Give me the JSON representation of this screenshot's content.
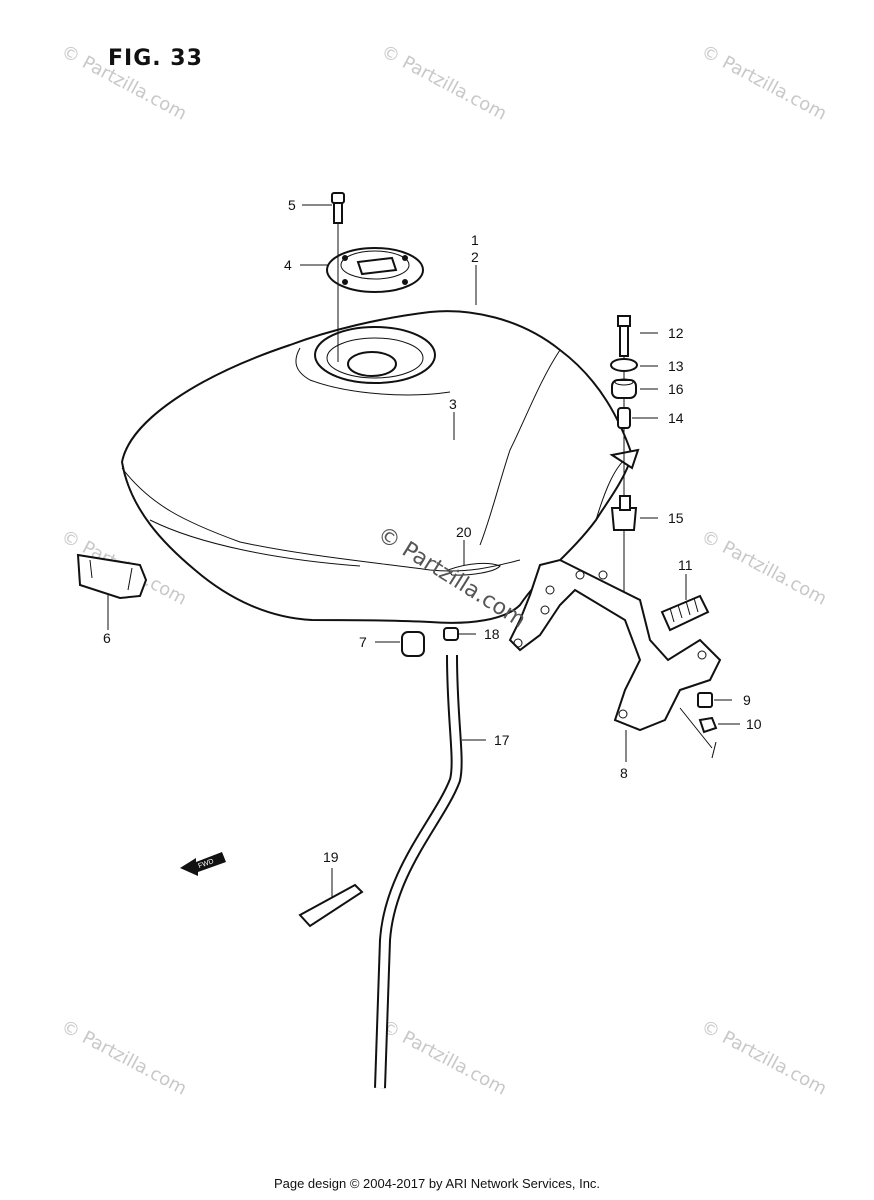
{
  "figure": {
    "title": "FIG. 33"
  },
  "footer": {
    "text": "Page design © 2004-2017 by ARI Network Services, Inc."
  },
  "watermark": {
    "text": "© Partzilla.com"
  },
  "fwd_arrow": {
    "label": "FWD"
  },
  "callouts": [
    {
      "id": "1",
      "label": "1"
    },
    {
      "id": "2",
      "label": "2"
    },
    {
      "id": "3",
      "label": "3"
    },
    {
      "id": "4",
      "label": "4"
    },
    {
      "id": "5",
      "label": "5"
    },
    {
      "id": "6",
      "label": "6"
    },
    {
      "id": "7",
      "label": "7"
    },
    {
      "id": "8",
      "label": "8"
    },
    {
      "id": "9",
      "label": "9"
    },
    {
      "id": "10",
      "label": "10"
    },
    {
      "id": "11",
      "label": "11"
    },
    {
      "id": "12",
      "label": "12"
    },
    {
      "id": "13",
      "label": "13"
    },
    {
      "id": "14",
      "label": "14"
    },
    {
      "id": "15",
      "label": "15"
    },
    {
      "id": "16",
      "label": "16"
    },
    {
      "id": "17",
      "label": "17"
    },
    {
      "id": "18",
      "label": "18"
    },
    {
      "id": "19",
      "label": "19"
    },
    {
      "id": "20",
      "label": "20"
    }
  ]
}
